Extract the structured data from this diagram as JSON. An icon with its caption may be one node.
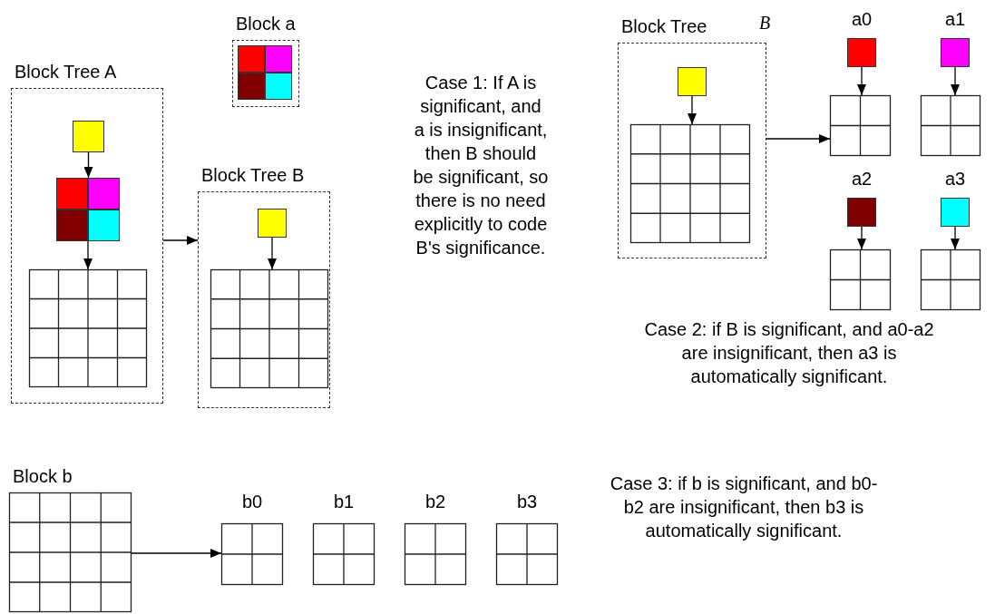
{
  "diagram": {
    "nodes": [
      {
        "text": [
          "Block Tree A"
        ]
      },
      {
        "text": [],
        "shape": "box",
        "in": 0
      },
      {
        "text": [],
        "shape": "box",
        "in": 0
      },
      {
        "text": [],
        "shape": "grid",
        "in": 0
      },
      {
        "text": [
          "Block a"
        ]
      },
      {
        "text": [],
        "shape": "box",
        "in": 4
      },
      {
        "text": [
          "Block Tree B"
        ]
      },
      {
        "text": [],
        "shape": "box",
        "in": 6
      },
      {
        "text": [],
        "shape": "grid",
        "in": 6
      },
      {
        "text": [
          "Block Tree"
        ],
        "beside": [
          "B"
        ]
      },
      {
        "text": [],
        "shape": "box",
        "in": 9
      },
      {
        "text": [],
        "shape": "grid",
        "in": 9
      },
      {
        "text": [],
        "shape": "box"
      },
      {
        "text": [],
        "shape": "grid"
      },
      {
        "text": [],
        "shape": "box"
      },
      {
        "text": [],
        "shape": "grid"
      },
      {
        "text": [],
        "shape": "box"
      },
      {
        "text": [],
        "shape": "grid"
      },
      {
        "text": [],
        "shape": "box"
      },
      {
        "text": [],
        "shape": "grid"
      },
      {
        "text": [
          "Block b"
        ]
      },
      {
        "text": [],
        "shape": "grid"
      },
      {
        "text": [],
        "shape": "grid"
      },
      {
        "text": [],
        "shape": "grid"
      },
      {
        "text": [],
        "shape": "grid"
      }
    ],
    "edges": [
      {
        "from": 1,
        "to": 2,
        "arrow": "to"
      },
      {
        "from": 2,
        "to": 3,
        "arrow": "to"
      },
      {
        "from": 0,
        "to": 6,
        "arrow": "to"
      },
      {
        "from": 7,
        "to": 8,
        "arrow": "to"
      },
      {
        "from": 10,
        "to": 11,
        "arrow": "to"
      },
      {
        "from": 9,
        "to": 13,
        "arrow": "to"
      },
      {
        "from": 12,
        "to": 13,
        "arrow": "to"
      },
      {
        "from": 14,
        "to": 15,
        "arrow": "to"
      },
      {
        "from": 16,
        "to": 17,
        "arrow": "to"
      },
      {
        "from": 18,
        "to": 19,
        "arrow": "to"
      },
      {
        "from": 20,
        "to": 21,
        "arrow": "to"
      }
    ],
    "labels": [
      "Case 1: If A is significant, and a is insignificant, then B should be significant, so there is no need explicitly to code B's significance.",
      "a0",
      "a1",
      "a2",
      "a3",
      "Case 2: if B is significant, and a0-a2 are insignificant, then a3 is automatically significant.",
      "b0",
      "b1",
      "b2",
      "b3",
      "Case 3: if b is significant, and b0-b2 are insignificant, then b3 is automatically significant."
    ]
  }
}
